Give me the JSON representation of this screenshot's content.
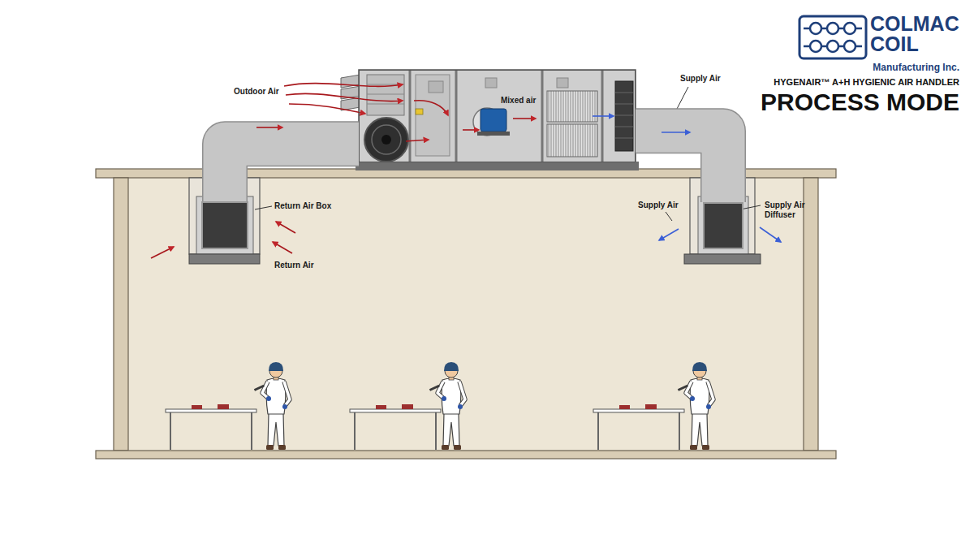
{
  "diagram": {
    "title": "PROCESS MODE",
    "nodes": [
      {
        "text": [
          "Mixed air"
        ]
      },
      {
        "text": [
          "Return Air Box"
        ]
      },
      {
        "text": [
          "Supply Air Diffuser"
        ]
      }
    ],
    "edges": [
      {
        "from": 1,
        "to": 0,
        "arrow": "none"
      },
      {
        "from": 0,
        "to": 2,
        "arrow": "none"
      }
    ],
    "labels": [
      "COLMAC COIL",
      "Manufacturing Inc.",
      "HYGENAIR™ A+H HYGIENIC AIR HANDLER",
      "Outdoor Air",
      "Supply Air",
      "Supply Air",
      "Return Air"
    ]
  }
}
